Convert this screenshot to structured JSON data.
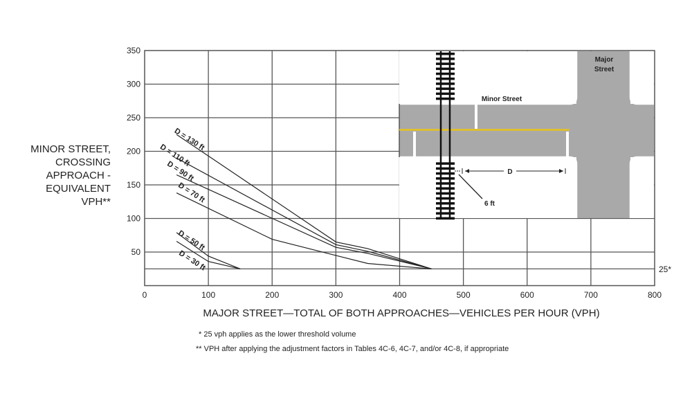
{
  "chart_data": {
    "type": "line",
    "title": "",
    "xlabel": "MAJOR STREET—TOTAL OF BOTH APPROACHES—VEHICLES PER HOUR (VPH)",
    "ylabel_lines": [
      "MINOR STREET,",
      "CROSSING",
      "APPROACH -",
      "EQUIVALENT",
      "VPH**"
    ],
    "xlim": [
      0,
      800
    ],
    "ylim": [
      0,
      350
    ],
    "x_ticks": [
      "0",
      "100",
      "200",
      "300",
      "400",
      "500",
      "600",
      "700",
      "800"
    ],
    "y_ticks": [
      "50",
      "100",
      "150",
      "200",
      "250",
      "300",
      "350"
    ],
    "grid": true,
    "threshold": {
      "value": 25,
      "label": "25*"
    },
    "series": [
      {
        "name": "D = 130 ft",
        "points": [
          [
            50,
            225
          ],
          [
            300,
            65
          ],
          [
            350,
            55
          ],
          [
            450,
            25
          ]
        ]
      },
      {
        "name": "D = 110 ft",
        "points": [
          [
            50,
            190
          ],
          [
            300,
            61
          ],
          [
            350,
            51
          ],
          [
            450,
            25
          ]
        ]
      },
      {
        "name": "D = 90 ft",
        "points": [
          [
            50,
            165
          ],
          [
            300,
            57
          ],
          [
            350,
            48
          ],
          [
            450,
            25
          ]
        ]
      },
      {
        "name": "D = 70 ft",
        "points": [
          [
            50,
            138
          ],
          [
            200,
            69
          ],
          [
            300,
            45
          ],
          [
            350,
            33
          ],
          [
            450,
            25
          ]
        ]
      },
      {
        "name": "D = 50 ft",
        "points": [
          [
            50,
            79
          ],
          [
            100,
            44
          ],
          [
            150,
            25
          ]
        ]
      },
      {
        "name": "D = 30 ft",
        "points": [
          [
            50,
            66
          ],
          [
            100,
            36
          ],
          [
            150,
            25
          ]
        ]
      }
    ]
  },
  "inset": {
    "major_street": [
      "Major",
      "Street"
    ],
    "minor_street": "Minor Street",
    "distance_label": "D",
    "offset_label": "6 ft",
    "colors": {
      "road": "#a9a9a9",
      "centerline": "#e8c21a",
      "rail": "#111111"
    }
  },
  "footnotes": [
    "*  25 vph applies as the lower threshold volume",
    "**  VPH after applying the adjustment factors in Tables 4C-6, 4C-7, and/or 4C-8, if appropriate"
  ]
}
